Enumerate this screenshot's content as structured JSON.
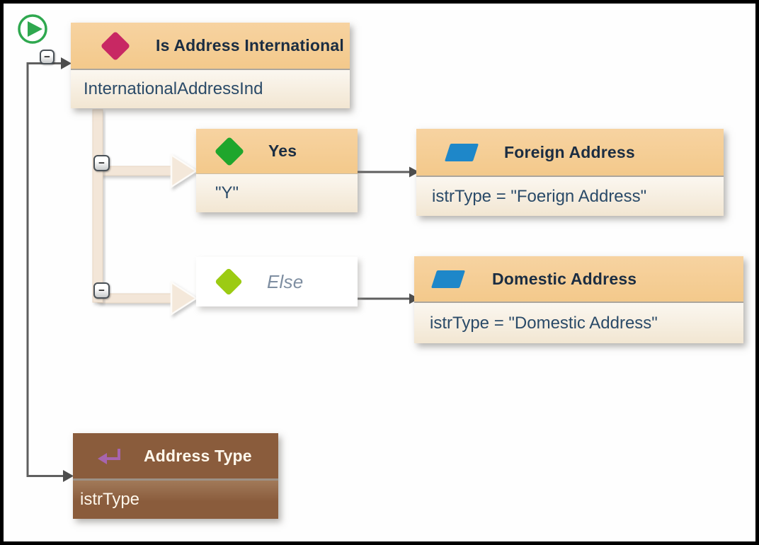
{
  "diagram": {
    "decision": {
      "title": "Is Address International",
      "body": "InternationalAddressInd"
    },
    "branch_yes": {
      "title": "Yes",
      "body": "\"Y\""
    },
    "branch_else": {
      "title": "Else"
    },
    "action_foreign": {
      "title": "Foreign Address",
      "body": "istrType = \"Foerign Address\""
    },
    "action_domestic": {
      "title": "Domestic Address",
      "body": "istrType = \"Domestic Address\""
    },
    "return_node": {
      "title": "Address Type",
      "body": "istrType"
    },
    "collapse_symbol": "−"
  },
  "colors": {
    "header_orange": "#F5CC92",
    "body_cream": "#F6EEDF",
    "decision_diamond_pink": "#C82863",
    "yes_diamond_green": "#1FA62C",
    "else_diamond_chartreuse": "#9CCB13",
    "action_parallelogram_blue": "#1E87C9",
    "return_node_brown": "#8A5C3C",
    "return_icon_purple": "#A765AE",
    "connector_gray": "#5F5F5F",
    "connector_beige": "#F3E6D8",
    "start_icon_green": "#2FA84F",
    "title_text": "#1B2D42",
    "body_text": "#2A4A68"
  }
}
